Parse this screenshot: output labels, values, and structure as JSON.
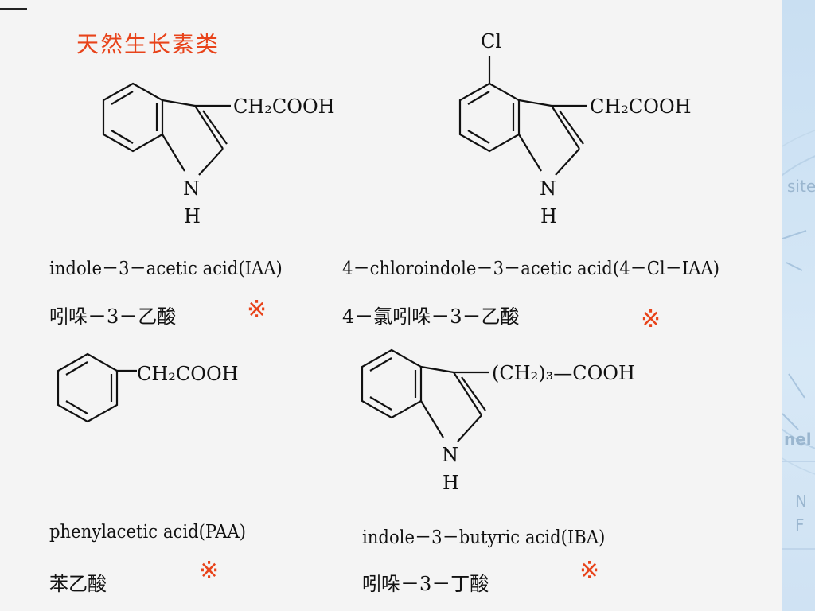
{
  "title": "天然生长素类",
  "mark_symbol": "※",
  "compounds": [
    {
      "id": "iaa",
      "formula_group": "CH₂COOH",
      "nh": "N",
      "h": "H",
      "english_name": "indole－3－acetic acid(IAA)",
      "chinese_name": "吲哚－3－乙酸"
    },
    {
      "id": "cl-iaa",
      "substituent": "Cl",
      "formula_group": "CH₂COOH",
      "nh": "N",
      "h": "H",
      "english_name": "4－chloroindole－3－acetic acid(4－Cl－IAA)",
      "chinese_name": "4－氯吲哚－3－乙酸"
    },
    {
      "id": "paa",
      "formula_group": "CH₂COOH",
      "english_name": "phenylacetic acid(PAA)",
      "chinese_name": "苯乙酸"
    },
    {
      "id": "iba",
      "formula_group": "(CH₂)₃—COOH",
      "nh": "N",
      "h": "H",
      "english_name": "indole－3－butyric acid(IBA)",
      "chinese_name": "吲哚－3－丁酸"
    }
  ],
  "sidebar": {
    "text_1": "site",
    "text_2": "nel",
    "text_3": "N",
    "text_4": "F"
  }
}
